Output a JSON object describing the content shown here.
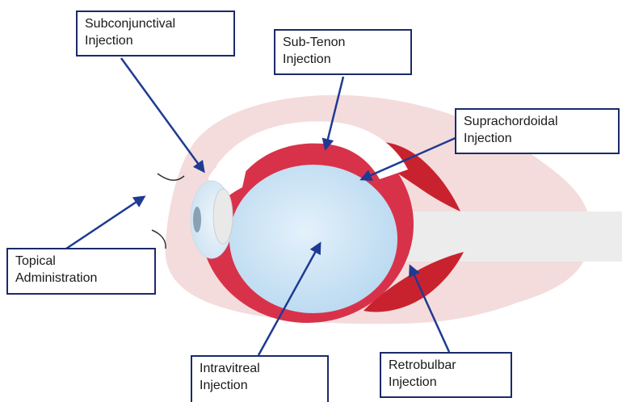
{
  "colors": {
    "label_border": "#1b2a6b",
    "arrow": "#1f3a93",
    "orbit_tissue": "#f2d6d6",
    "sclera_choroid": "#d8324a",
    "vitreous": "#cfe6f5",
    "muscle": "#c8222e",
    "optic_nerve": "#ececec"
  },
  "labels": {
    "subconjunctival": {
      "line1": "Subconjunctival",
      "line2": "Injection"
    },
    "subtenon": {
      "line1": "Sub-Tenon",
      "line2": "Injection"
    },
    "suprachoroidal": {
      "line1": "Suprachordoidal",
      "line2": "Injection"
    },
    "topical": {
      "line1": "Topical",
      "line2": "Administration"
    },
    "intravitreal": {
      "line1": "Intravitreal",
      "line2": "Injection"
    },
    "retrobulbar": {
      "line1": "Retrobulbar",
      "line2": "Injection"
    }
  }
}
